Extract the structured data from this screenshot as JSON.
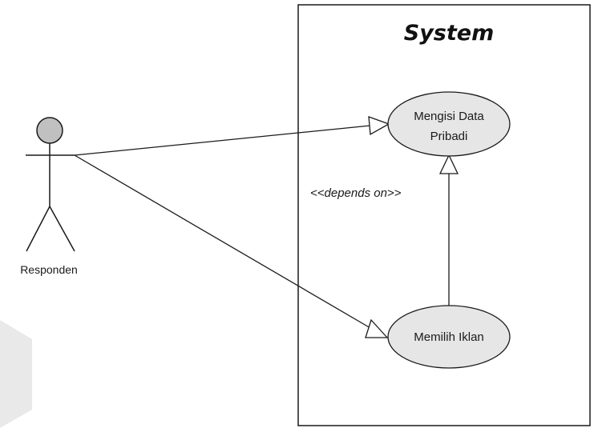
{
  "system": {
    "title": "System"
  },
  "actor": {
    "name": "Responden"
  },
  "use_cases": {
    "mengisi_data_pribadi": {
      "line1": "Mengisi Data",
      "line2": "Pribadi"
    },
    "memilih_iklan": {
      "label": "Memilih Iklan"
    }
  },
  "relationships": {
    "dependency_label": "<<depends on>>"
  },
  "colors": {
    "actor_head_fill": "#c0c0c0",
    "use_case_fill": "#e6e6e6",
    "stroke": "#1a1a1a",
    "watermark": "#e9e9e9"
  }
}
